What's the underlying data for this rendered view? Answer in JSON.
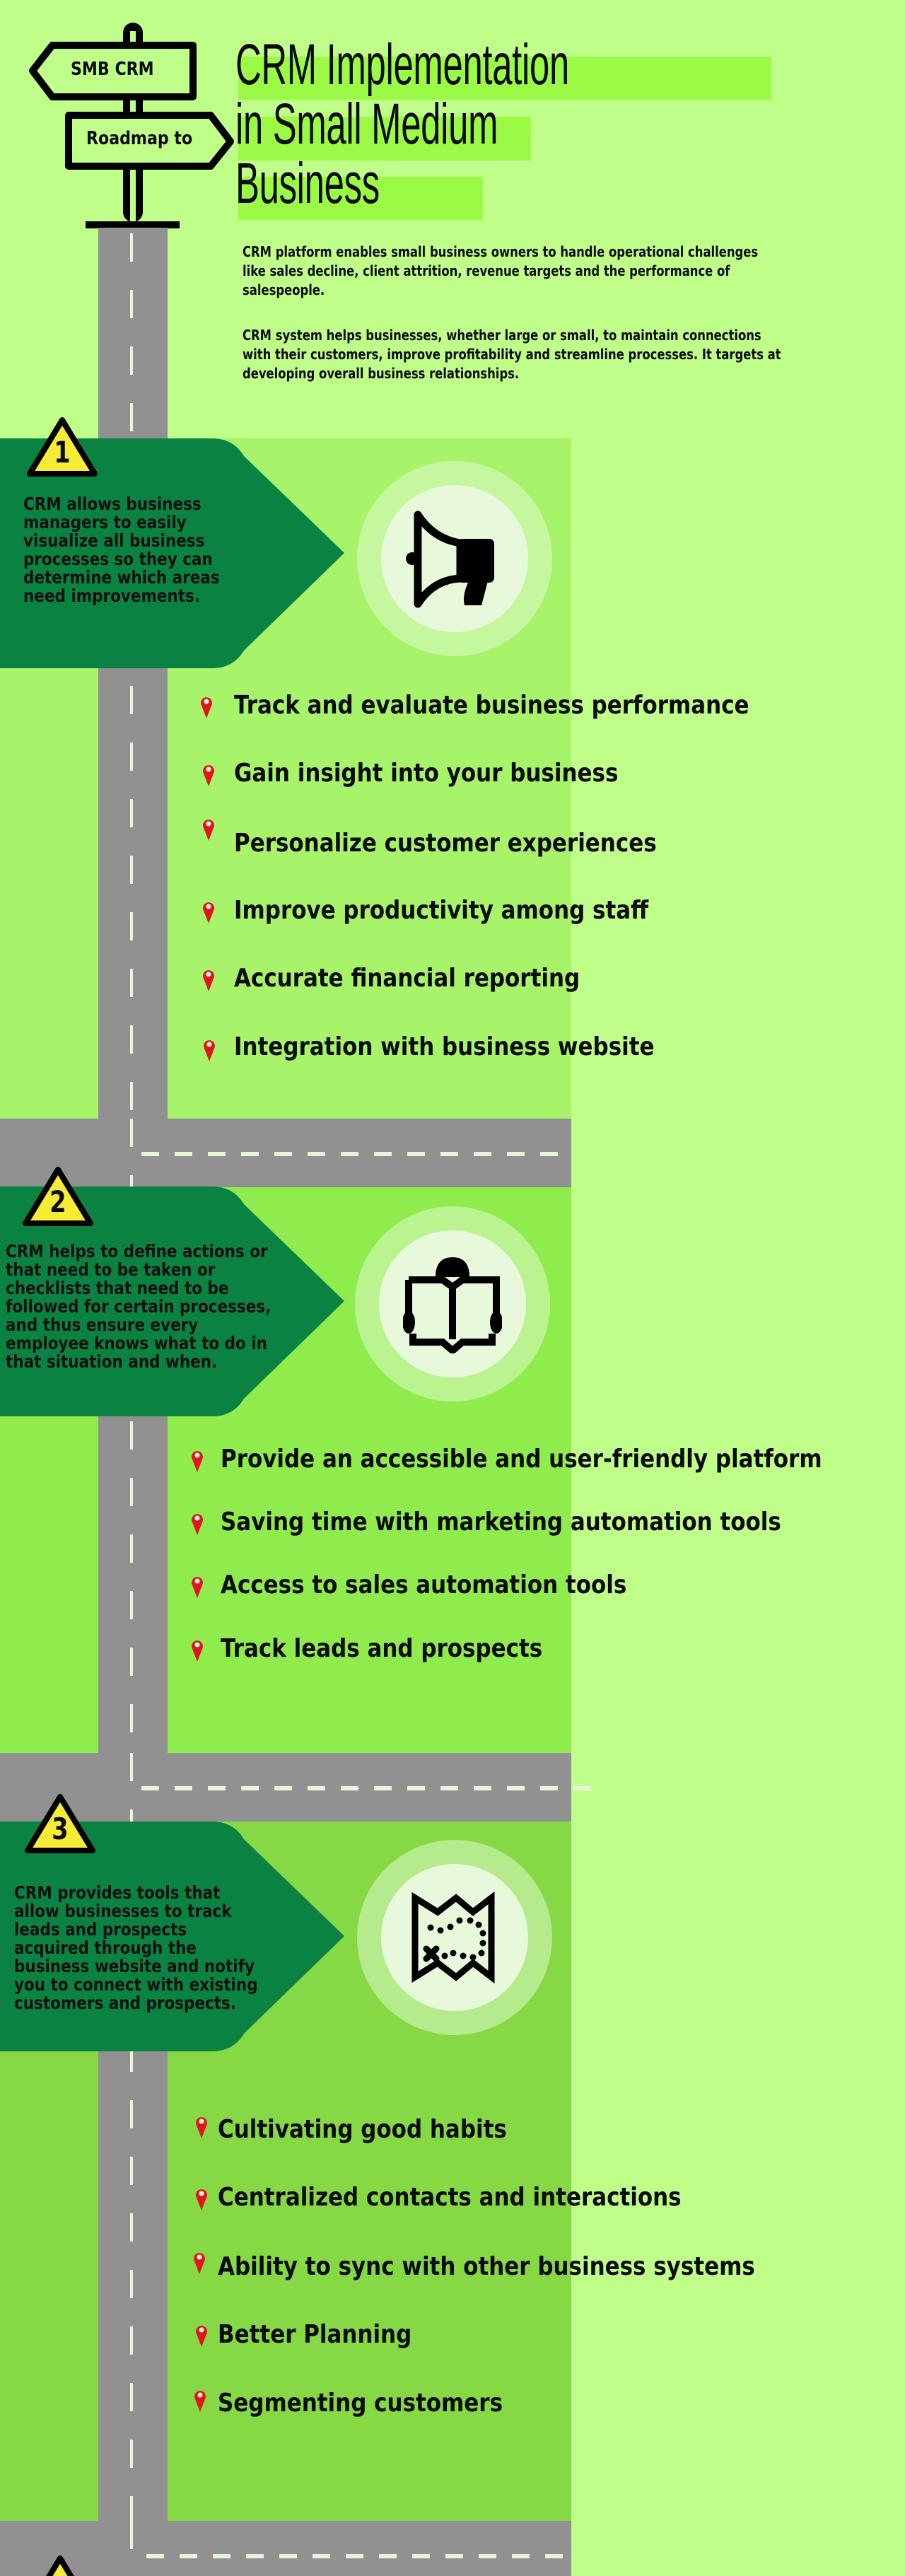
{
  "header": {
    "sign_top": "SMB CRM",
    "sign_bottom": "Roadmap to",
    "title_lines": [
      "CRM Implementation",
      "in Small Medium",
      "Business"
    ],
    "intro_paragraphs": [
      [
        "CRM platform enables small business owners to handle operational challenges",
        "like sales decline, client attrition, revenue targets and the performance of",
        "salespeople."
      ],
      [
        "CRM system helps businesses, whether large or small, to maintain connections",
        "with their customers, improve profitability and streamline processes. It targets at",
        "developing overall business relationships."
      ]
    ]
  },
  "colors": {
    "background": "#c0fe8a",
    "title_highlight": "#9bfa45",
    "road": "#919191",
    "road_dash": "#e6f7d8",
    "arrow_panel": "#0a8242",
    "warning_yellow": "#f7ec35",
    "pin_red": "#e4141b",
    "panel_1": "#a7f46b",
    "panel_2": "#90ec4c",
    "panel_3": "#86d845"
  },
  "sections": [
    {
      "number": "1",
      "icon": "megaphone-icon",
      "description_lines": [
        "CRM allows business",
        "managers to easily",
        "visualize all business",
        "processes so they can",
        "determine which areas",
        "need improvements."
      ],
      "items": [
        "Track and evaluate business performance",
        "Gain insight into your business",
        "Personalize customer experiences",
        "Improve productivity among staff",
        "Accurate financial reporting",
        "Integration with business website"
      ]
    },
    {
      "number": "2",
      "icon": "reader-book-icon",
      "description_lines": [
        "CRM helps to define actions or",
        "that need to be taken or",
        "checklists that need to be",
        "followed for certain processes,",
        "and thus ensure every",
        "employee knows what to do in",
        "that situation and when."
      ],
      "items": [
        "Provide an accessible and user-friendly platform",
        "Saving time with marketing automation tools",
        "Access to sales automation tools",
        "Track leads and prospects"
      ]
    },
    {
      "number": "3",
      "icon": "treasure-map-icon",
      "description_lines": [
        "CRM provides tools that",
        "allow businesses to track",
        "leads and prospects",
        "acquired through the",
        "business website and notify",
        "you to connect with existing",
        "customers and prospects."
      ],
      "items": [
        "Cultivating good habits",
        "Centralized contacts and interactions",
        "Ability to sync with other business systems",
        "Better Planning",
        "Segmenting customers"
      ]
    }
  ]
}
